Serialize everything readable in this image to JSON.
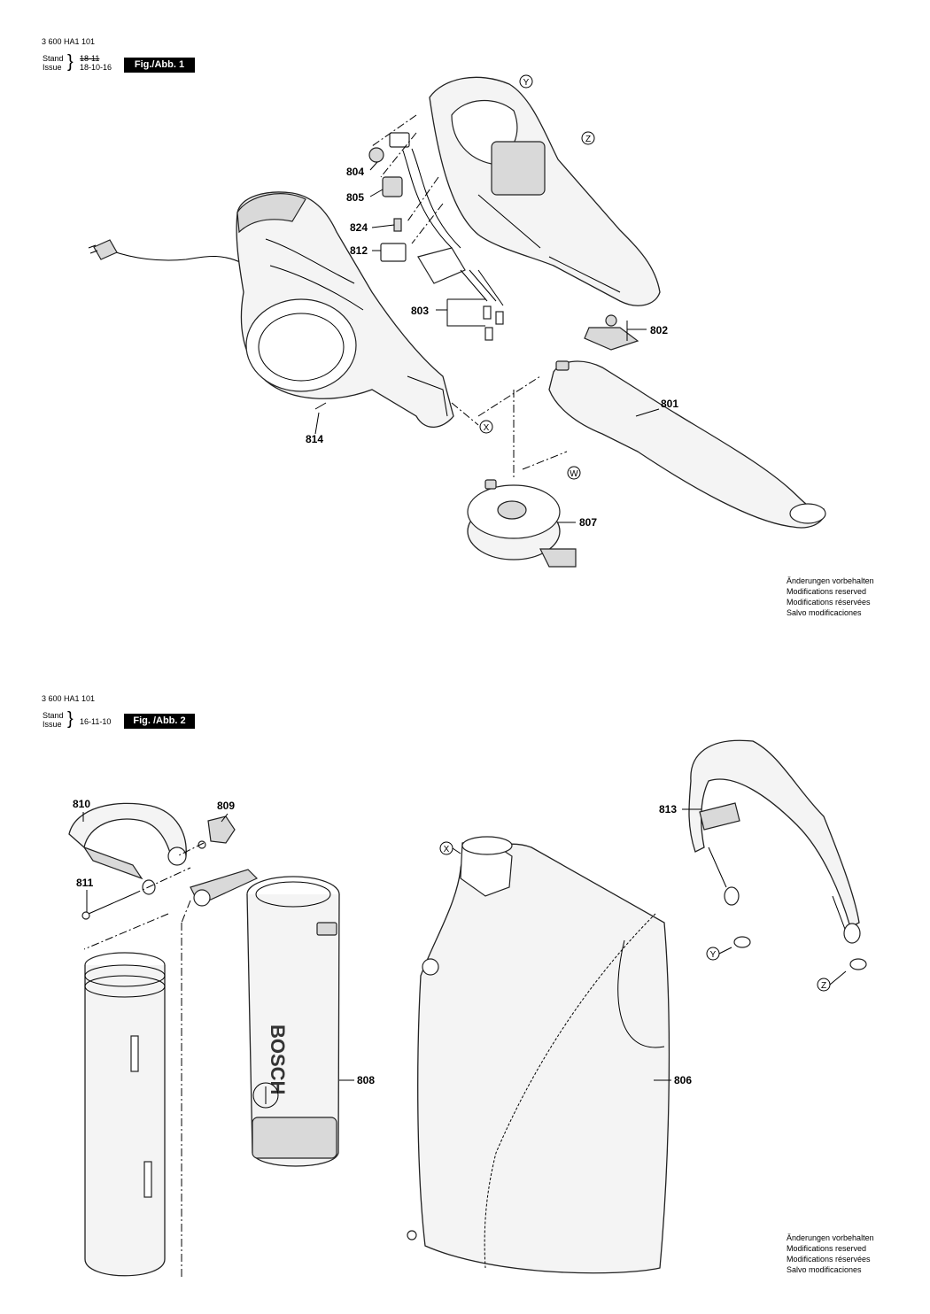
{
  "sheets": [
    {
      "doc_number": "3 600 HA1 101",
      "stand_label": "Stand",
      "issue_label": "Issue",
      "stand_value": "18-11",
      "issue_value": "18-10-16",
      "figure_label": "Fig./Abb. 1",
      "notes": [
        "Änderungen vorbehalten",
        "Modifications reserved",
        "Modifications réservées",
        "Salvo modificaciones"
      ],
      "parts": [
        "804",
        "805",
        "824",
        "812",
        "803",
        "802",
        "801",
        "814",
        "807"
      ],
      "refs": [
        "Y",
        "Z",
        "X",
        "W"
      ]
    },
    {
      "doc_number": "3 600 HA1 101",
      "stand_label": "Stand",
      "issue_label": "Issue",
      "issue_value": "16-11-10",
      "figure_label": "Fig. /Abb. 2",
      "notes": [
        "Änderungen vorbehalten",
        "Modifications reserved",
        "Modifications réservées",
        "Salvo modificaciones"
      ],
      "parts": [
        "810",
        "809",
        "811",
        "808",
        "806",
        "813"
      ],
      "refs": [
        "X",
        "Y",
        "Z"
      ],
      "housing_brand": "BOSCH"
    }
  ]
}
